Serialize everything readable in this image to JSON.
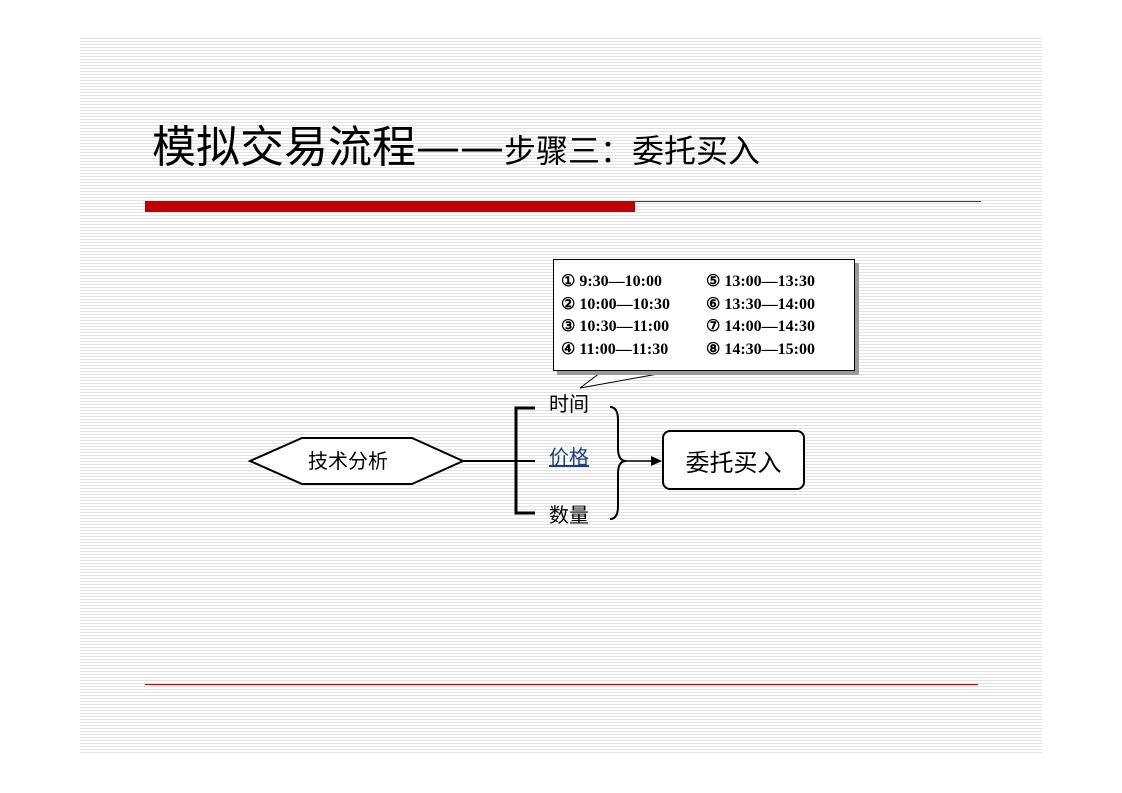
{
  "title": {
    "main": "模拟交易流程",
    "dash": "——",
    "sub": "步骤三：委托买入"
  },
  "callout": {
    "rows": [
      [
        "①   9:30—10:00",
        "⑤ 13:00—13:30"
      ],
      [
        "② 10:00—10:30",
        "⑥ 13:30—14:00"
      ],
      [
        "③ 10:30—11:00",
        "⑦ 14:00—14:30"
      ],
      [
        "④ 11:00—11:30",
        "⑧ 14:30—15:00"
      ]
    ]
  },
  "diagram": {
    "source": "技术分析",
    "factors": [
      "时间",
      "价格",
      "数量"
    ],
    "result": "委托买入"
  },
  "colors": {
    "accent": "#c00000",
    "link": "#1f3f7a"
  }
}
